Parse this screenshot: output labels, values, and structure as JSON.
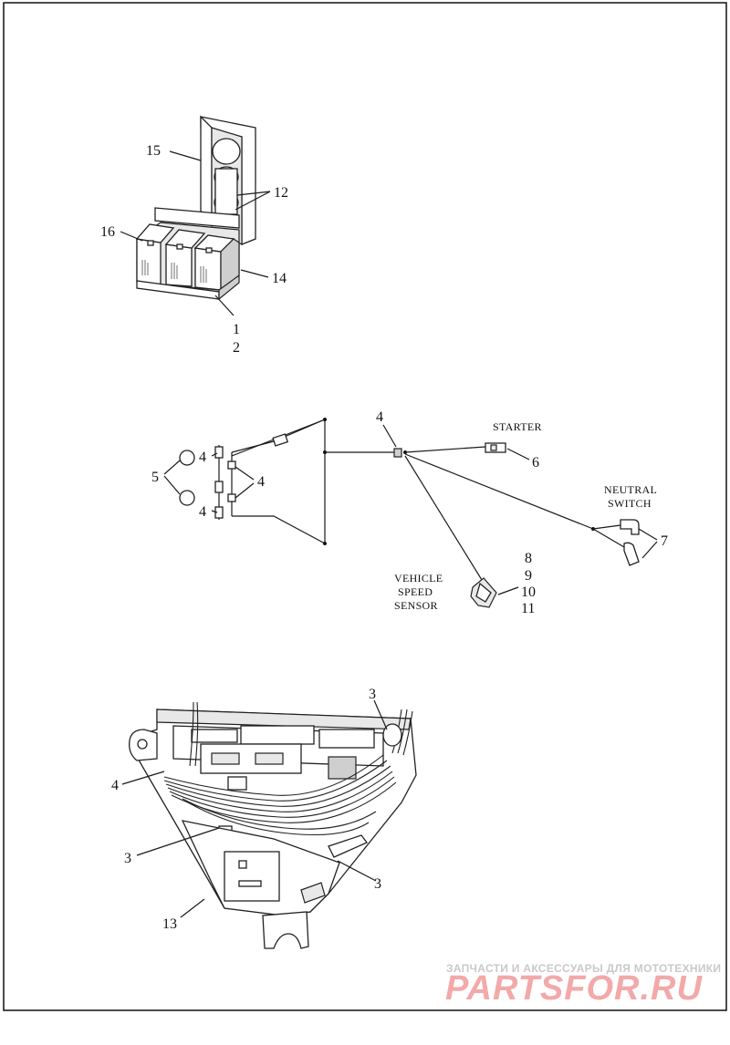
{
  "callouts": {
    "c15": "15",
    "c12": "12",
    "c16": "16",
    "c14": "14",
    "c1": "1",
    "c2": "2",
    "c4a": "4",
    "c5": "5",
    "c4b": "4",
    "c4c": "4",
    "c4d": "4",
    "c6": "6",
    "c7": "7",
    "c8": "8",
    "c9": "9",
    "c10": "10",
    "c11": "11",
    "c3a": "3",
    "c4e": "4",
    "c3b": "3",
    "c3c": "3",
    "c13": "13"
  },
  "labels": {
    "starter": "STARTER",
    "neutral_1": "NEUTRAL",
    "neutral_2": "SWITCH",
    "vss_1": "VEHICLE",
    "vss_2": "SPEED",
    "vss_3": "SENSOR"
  },
  "watermark": {
    "tagline": "ЗАПЧАСТИ И АКСЕССУАРЫ ДЛЯ МОТОТЕХНИКИ",
    "brand": "PARTSFOR.RU",
    "color": "#f3a9a9"
  }
}
